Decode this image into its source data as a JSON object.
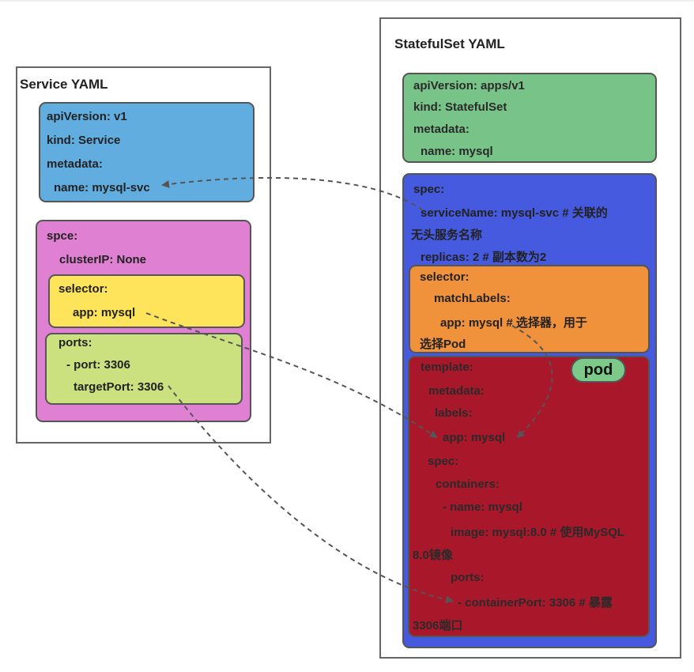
{
  "service": {
    "title": "Service YAML",
    "meta_lines": [
      "apiVersion: v1",
      "kind: Service",
      "metadata:",
      "name: mysql-svc"
    ],
    "spec_label": "spce:",
    "cluster_ip": "clusterIP: None",
    "selector_label": "selector:",
    "selector_app": "app: mysql",
    "ports_label": "ports:",
    "port": "- port: 3306",
    "target_port": "targetPort: 3306"
  },
  "statefulset": {
    "title": "StatefulSet YAML",
    "meta_lines": [
      "apiVersion: apps/v1",
      "kind: StatefulSet",
      "metadata:",
      "name: mysql"
    ],
    "spec_label": "spec:",
    "service_name_1": "serviceName: mysql-svc  # 关联的",
    "service_name_2": "无头服务名称",
    "replicas": "replicas: 2 # 副本数为2",
    "selector_label": "selector:",
    "match_labels": "matchLabels:",
    "selector_app_1": "app: mysql # 选择器，用于",
    "selector_app_2": "选择Pod",
    "pod_badge": "pod",
    "template_lines": [
      "template:",
      "metadata:",
      "labels:",
      "app: mysql",
      "spec:",
      "containers:",
      "- name: mysql",
      "image: mysql:8.0 # 使用MySQL",
      "8.0镜像",
      "ports:",
      "- containerPort: 3306 # 暴露",
      "3306端口"
    ]
  },
  "colors": {
    "service_meta": "#62ade0",
    "service_spec": "#e080d3",
    "service_selector": "#fde45a",
    "service_ports": "#cbe180",
    "sts_meta": "#78c387",
    "sts_spec": "#455adf",
    "sts_selector": "#f0913b",
    "sts_template": "#a8182a",
    "pod_badge": "#7dc98a",
    "arrow": "#555555"
  }
}
